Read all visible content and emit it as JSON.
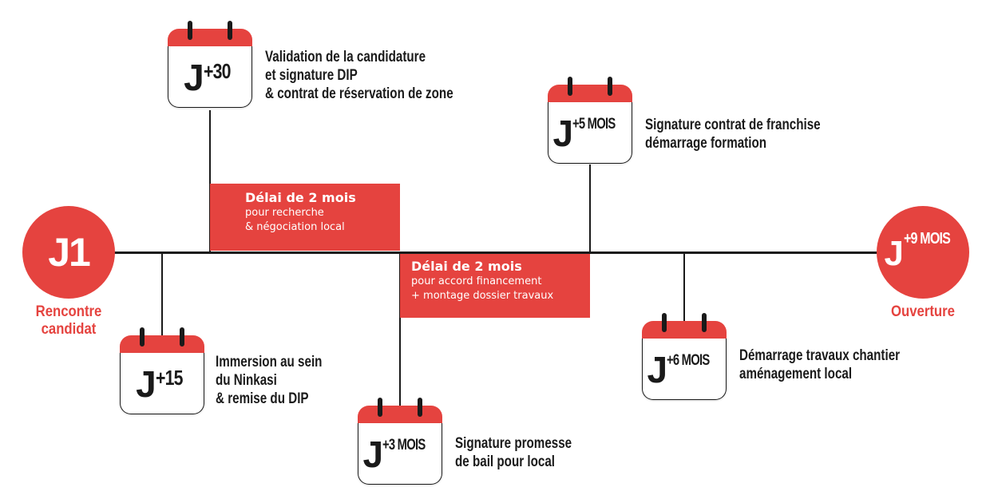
{
  "start": {
    "value": "J1",
    "label_lines": [
      "Rencontre",
      "candidat"
    ]
  },
  "end": {
    "prefix": "J",
    "value": "+9 MOIS",
    "label": "Ouverture"
  },
  "milestones": [
    {
      "prefix": "J",
      "value": "+30",
      "lines": [
        "Validation de la candidature",
        "et signature DIP",
        "& contrat de réservation de zone"
      ]
    },
    {
      "prefix": "J",
      "value": "+15",
      "lines": [
        "Immersion au sein",
        "du Ninkasi",
        "& remise du DIP"
      ]
    },
    {
      "prefix": "J",
      "value": "+3 MOIS",
      "lines": [
        "Signature promesse",
        "de bail pour local"
      ]
    },
    {
      "prefix": "J",
      "value": "+5 MOIS",
      "lines": [
        "Signature contrat de franchise",
        "démarrage formation"
      ]
    },
    {
      "prefix": "J",
      "value": "+6 MOIS",
      "lines": [
        "Démarrage travaux chantier",
        "aménagement local"
      ]
    }
  ],
  "delays": [
    {
      "title": "Délai de 2 mois",
      "lines": [
        "pour recherche",
        "& négociation local"
      ]
    },
    {
      "title": "Délai de 2 mois",
      "lines": [
        "pour accord financement",
        "+ montage dossier travaux"
      ]
    }
  ],
  "colors": {
    "accent": "#e5433f",
    "ink": "#1a1a1a"
  }
}
